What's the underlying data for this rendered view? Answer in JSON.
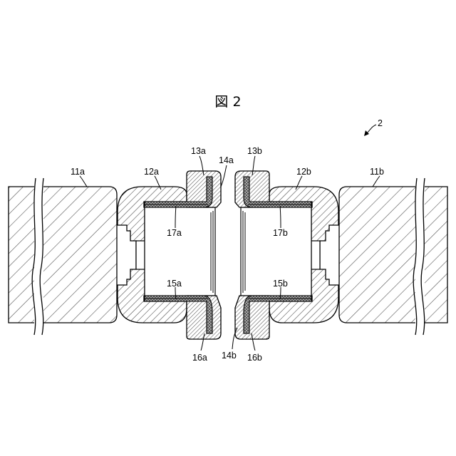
{
  "figure": {
    "title": "図 2",
    "ref": "2"
  },
  "labels": {
    "block_left": "11a",
    "block_right": "11b",
    "housing_left": "12a",
    "housing_right": "12b",
    "top_cap_left": "13a",
    "top_cap_right": "13b",
    "gap_top": "14a",
    "gap_bottom": "14b",
    "lower_plate_left": "15a",
    "lower_plate_right": "15b",
    "bottom_cap_left": "16a",
    "bottom_cap_right": "16b",
    "upper_plate_left": "17a",
    "upper_plate_right": "17b"
  }
}
